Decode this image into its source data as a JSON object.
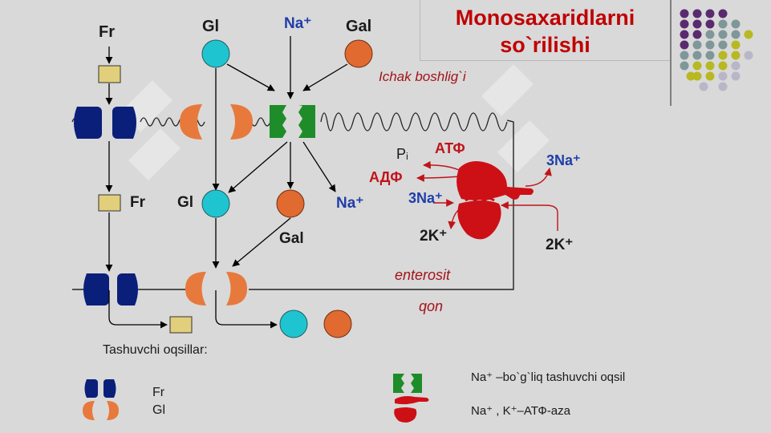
{
  "title": {
    "line1": "Monosaxaridlarni",
    "line2": "so`rilishi"
  },
  "labels": {
    "fr_top": "Fr",
    "gl_top": "Gl",
    "na_top": "Na⁺",
    "gal_top": "Gal",
    "lumen": "Ichak boshlig`i",
    "fr_mid": "Fr",
    "gl_mid": "Gl",
    "na_mid": "Na⁺",
    "gal_mid": "Gal",
    "pi": "Pᵢ",
    "atf": "АТФ",
    "adf": "АДФ",
    "na3_out": "3Na⁺",
    "na3_in": "3Na⁺",
    "k2_in": "2K⁺",
    "k2_out": "2K⁺",
    "enterocyte": "enterosit",
    "blood": "qon"
  },
  "legend": {
    "title": "Tashuvchi oqsillar:",
    "fr": "Fr",
    "gl": "Gl",
    "na_carrier": "Na⁺ –bo`g`liq tashuvchi oqsil",
    "atpase": "Na⁺ , K⁺–АТФ-aza"
  },
  "colors": {
    "title": "#c00000",
    "glucose": "#1ec5d0",
    "galactose": "#e06a30",
    "fructose": "#e2cf7c",
    "fr_carrier": "#0a1f7a",
    "gl_carrier": "#e8793c",
    "na_carrier": "#1f8c2a",
    "atpase": "#cc1016",
    "dots": [
      "#5a2a6f",
      "#7f9799",
      "#b8b822",
      "#b9b6c7"
    ]
  },
  "icons": [
    "fructose-square-icon",
    "glucose-circle-icon",
    "galactose-circle-icon",
    "fructose-carrier-icon",
    "glucose-carrier-icon",
    "sodium-cotransporter-icon",
    "sodium-potassium-pump-icon",
    "decorative-dot-grid-icon"
  ]
}
